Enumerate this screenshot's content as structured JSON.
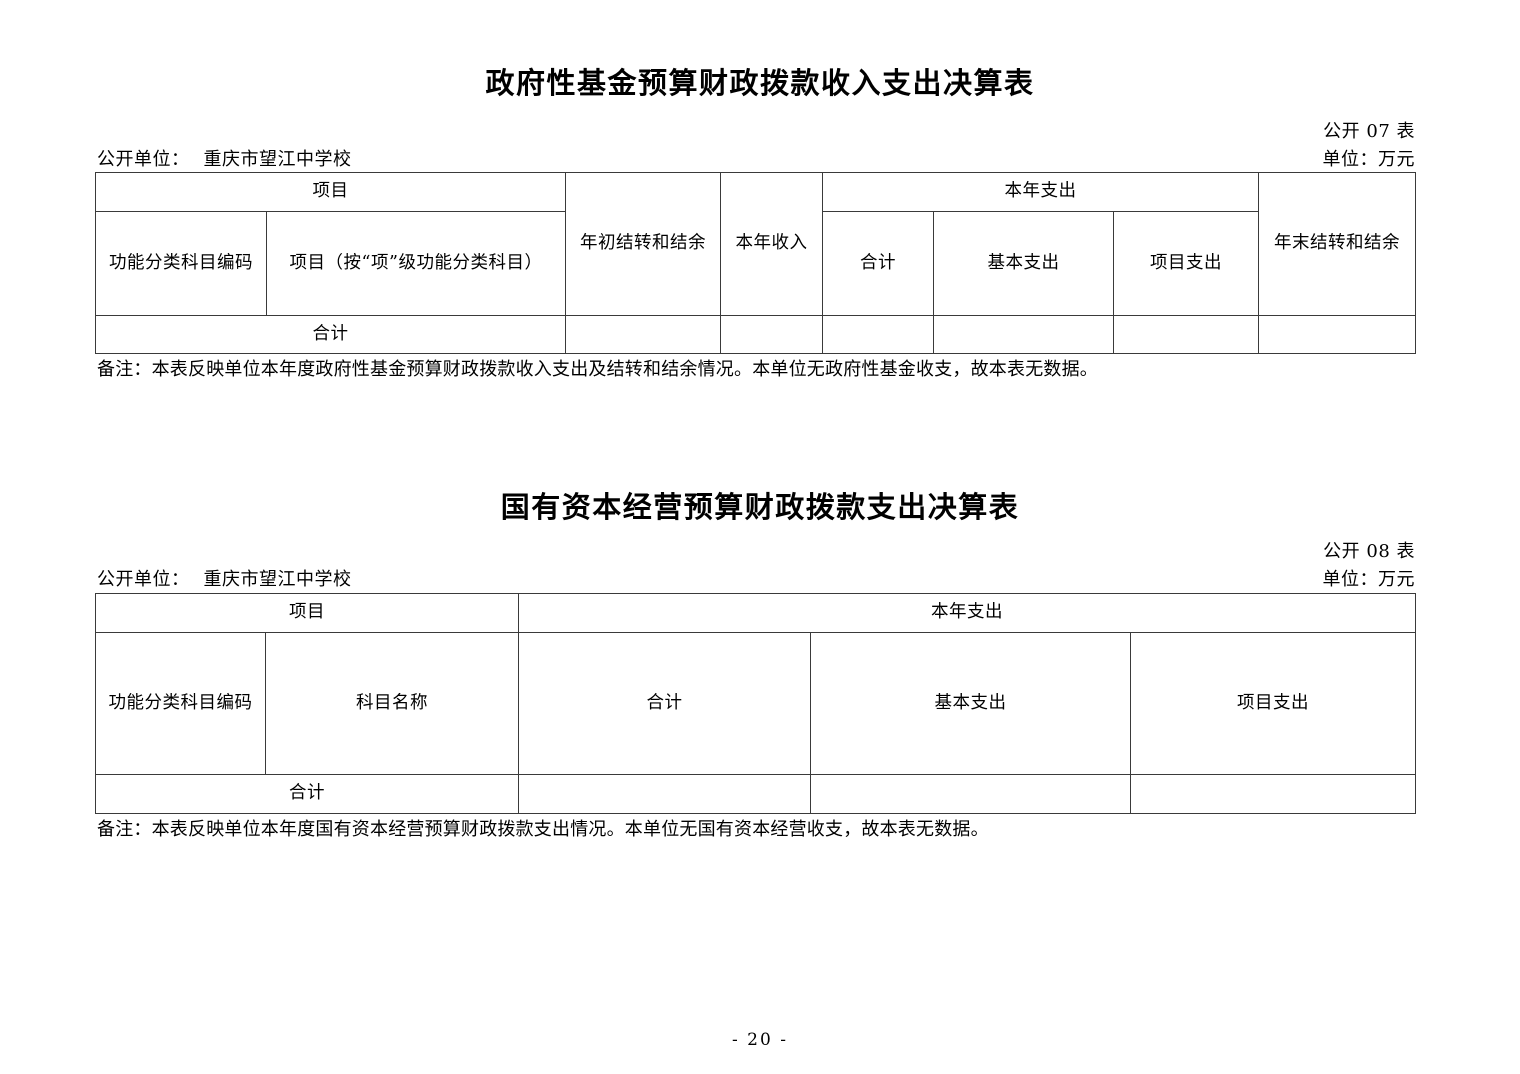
{
  "page": {
    "page_number_label": "- 20 -"
  },
  "sheets": [
    {
      "title": "政府性基金预算财政拨款收入支出决算表",
      "sheet_no_label": "公开 07 表",
      "unit_label": "公开单位：",
      "unit_name": "重庆市望江中学校",
      "money_unit_label": "单位：万元",
      "header": {
        "group_project": "项目",
        "col_function_code": "功能分类科目编码",
        "col_project_name": "项目（按“项”级功能分类科目）",
        "col_begin_balance": "年初结转和结余",
        "col_year_income": "本年收入",
        "group_year_expense": "本年支出",
        "col_total": "合计",
        "col_basic_expense": "基本支出",
        "col_project_expense": "项目支出",
        "col_end_balance": "年末结转和结余"
      },
      "total_row": {
        "label": "合计",
        "begin_balance": "",
        "year_income": "",
        "total": "",
        "basic_expense": "",
        "project_expense": "",
        "end_balance": ""
      },
      "remark": "备注：本表反映单位本年度政府性基金预算财政拨款收入支出及结转和结余情况。本单位无政府性基金收支，故本表无数据。"
    },
    {
      "title": "国有资本经营预算财政拨款支出决算表",
      "sheet_no_label": "公开 08 表",
      "unit_label": "公开单位：",
      "unit_name": "重庆市望江中学校",
      "money_unit_label": "单位：万元",
      "header": {
        "group_project": "项目",
        "group_year_expense": "本年支出",
        "col_function_code": "功能分类科目编码",
        "col_subject_name": "科目名称",
        "col_total": "合计",
        "col_basic_expense": "基本支出",
        "col_project_expense": "项目支出"
      },
      "total_row": {
        "label": "合计",
        "total": "",
        "basic_expense": "",
        "project_expense": ""
      },
      "remark": "备注：本表反映单位本年度国有资本经营预算财政拨款支出情况。本单位无国有资本经营收支，故本表无数据。"
    }
  ]
}
